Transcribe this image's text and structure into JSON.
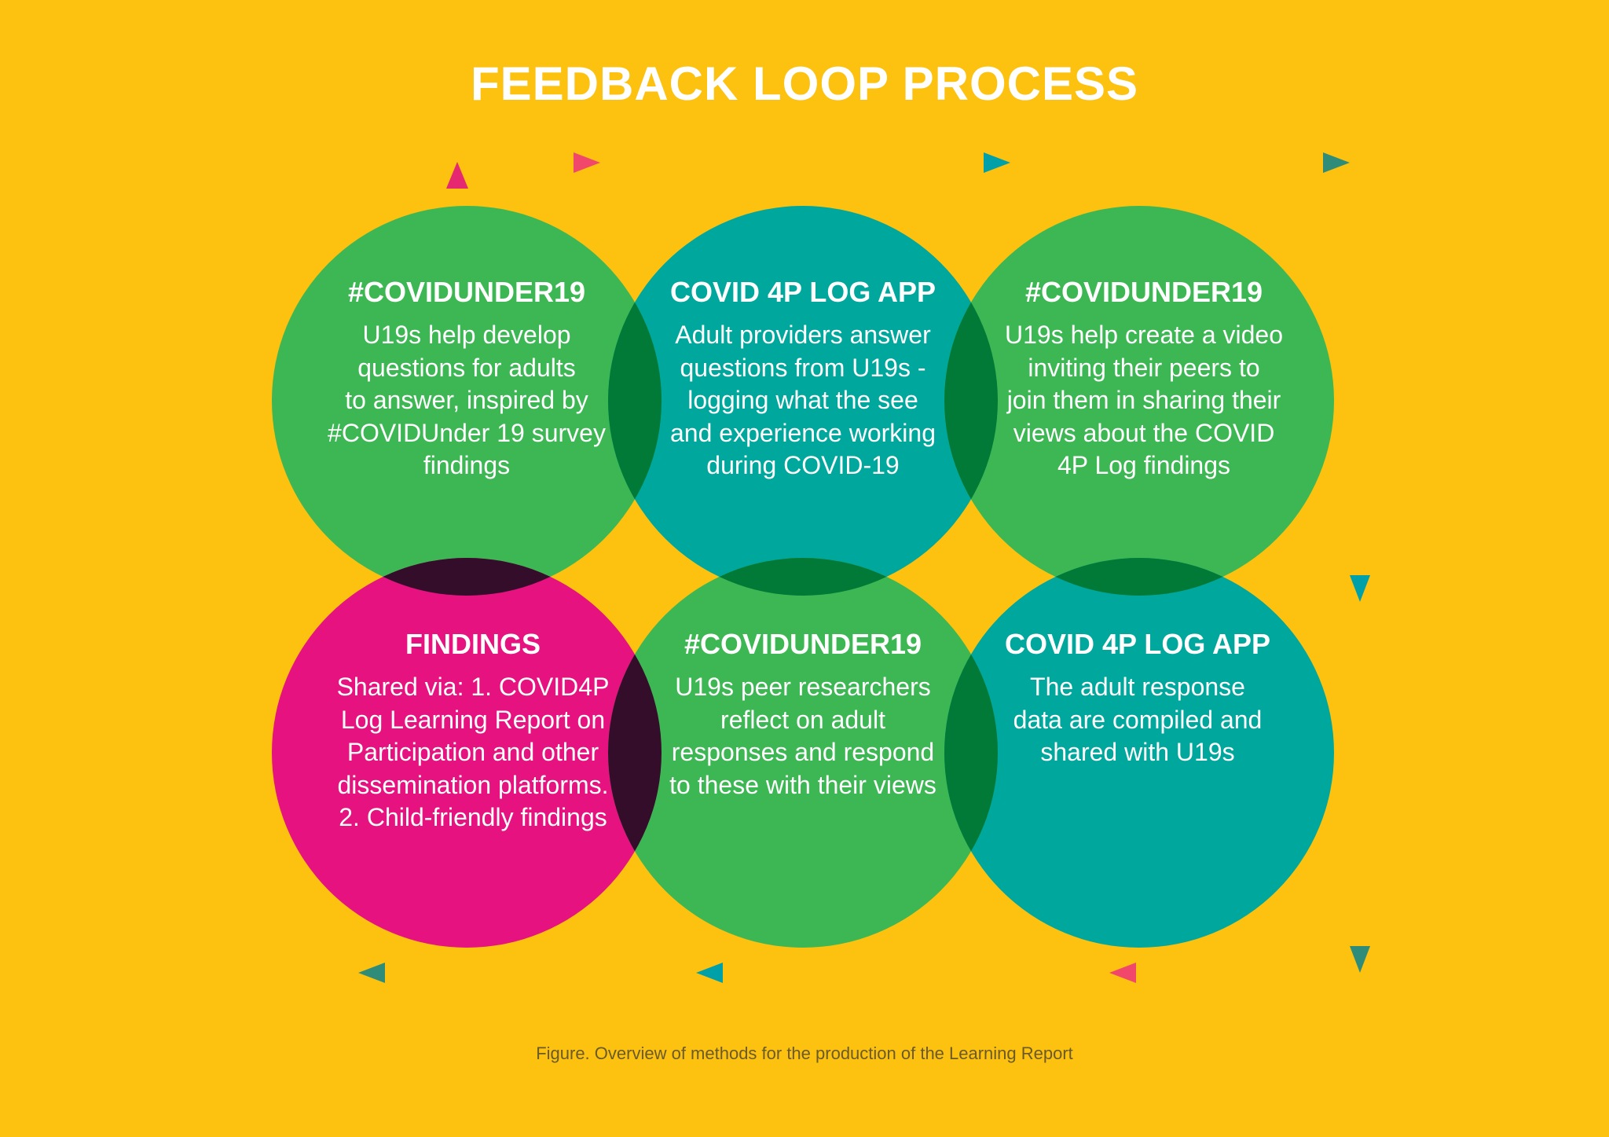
{
  "title": "FEEDBACK LOOP PROCESS",
  "caption": "Figure. Overview of methods for the production of the Learning Report",
  "colors": {
    "background": "#FDC110",
    "green": "#3DB753",
    "teal": "#00A79D",
    "magenta": "#E5127F",
    "overlap_dark_green": "#007A36",
    "overlap_dark_purple": "#330D2A",
    "arrow_pink": "#F0476A",
    "arrow_teal": "#00A0A8",
    "arrow_purple": "#B0166E"
  },
  "steps": [
    {
      "title": "#COVIDUNDER19",
      "body": "U19s help develop\nquestions for adults\nto answer, inspired by\n#COVIDUnder 19 survey\nfindings",
      "color": "green"
    },
    {
      "title": "COVID 4P LOG APP",
      "body": "Adult providers answer\nquestions from U19s -\nlogging what the see\nand experience working\nduring COVID-19",
      "color": "teal"
    },
    {
      "title": "#COVIDUNDER19",
      "body": "U19s help create a video\ninviting their peers to\njoin them in sharing their\nviews about the COVID\n4P Log findings",
      "color": "green"
    },
    {
      "title": "FINDINGS",
      "body": "Shared via: 1. COVID4P\nLog Learning Report on\nParticipation and other\ndissemination platforms.\n2. Child-friendly findings",
      "color": "magenta"
    },
    {
      "title": "#COVIDUNDER19",
      "body": "U19s peer researchers\nreflect on adult\nresponses and respond\nto these with their views",
      "color": "green"
    },
    {
      "title": "COVID 4P LOG APP",
      "body": "The adult response\ndata are compiled and\nshared with U19s",
      "color": "teal"
    }
  ]
}
